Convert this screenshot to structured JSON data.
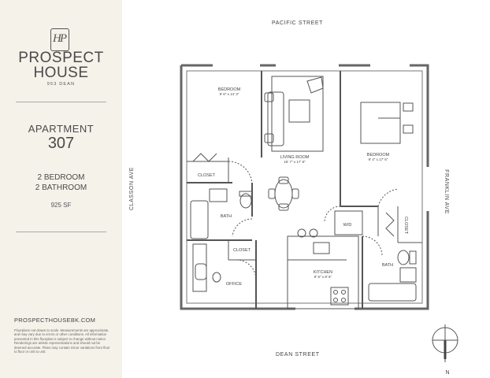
{
  "brand": {
    "logo_monogram": "HP",
    "name_line1": "PROSPECT",
    "name_line2": "HOUSE",
    "address": "953 DEAN"
  },
  "unit": {
    "label": "APARTMENT",
    "number": "307",
    "bedrooms": "2 BEDROOM",
    "bathrooms": "2 BATHROOM",
    "area": "925 SF"
  },
  "footer": {
    "website": "PROSPECTHOUSEBK.COM",
    "disclaimer": "Floorplans not drawn to scale. Measurements are approximate, and may vary due to errors or other conditions. All information presented in this floorplan is subject to change without notice. Renderings are artistic representations and should not be deemed accurate. Plans may contain minor variations from floor to floor or unit to unit."
  },
  "streets": {
    "north": "PACIFIC STREET",
    "south": "DEAN STREET",
    "west": "CLASSON AVE",
    "east": "FRANKLIN AVE"
  },
  "rooms": {
    "bedroom1": {
      "name": "BEDROOM",
      "dims": "9' 6\" x 14' 3\""
    },
    "living": {
      "name": "LIVING ROOM",
      "dims": "15' 7\" x 17' 8\""
    },
    "bedroom2": {
      "name": "BEDROOM",
      "dims": "9' 4\" x 17' 6\""
    },
    "closet1": "CLOSET",
    "bath1": "BATH",
    "closet2": "CLOSET",
    "office": "OFFICE",
    "kitchen": {
      "name": "KITCHEN",
      "dims": "8' 5\" x 8' 6\""
    },
    "wd": "W/D",
    "closet3": "CLOSET",
    "bath2": "BATH"
  },
  "compass": {
    "north": "N"
  }
}
